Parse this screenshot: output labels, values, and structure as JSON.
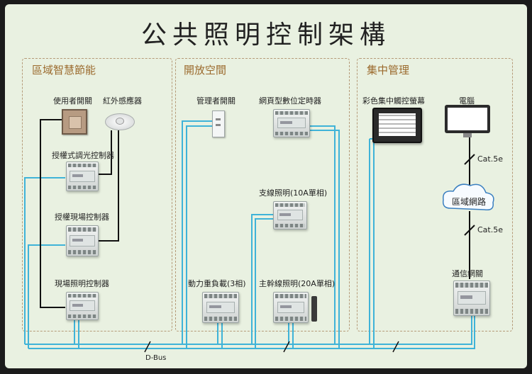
{
  "title": "公共照明控制架構",
  "zones": {
    "smart": "區域智慧節能",
    "open": "開放空間",
    "central": "集中管理"
  },
  "labels": {
    "user_switch": "使用者開關",
    "ir_sensor": "紅外感應器",
    "dimmer_controller": "授權式調光控制器",
    "site_controller": "授權現場控制器",
    "site_lighting_controller": "現場照明控制器",
    "admin_switch": "管理者開關",
    "web_timer": "網頁型數位定時器",
    "branch_lighting": "支線照明(10A單相)",
    "power_load": "動力重負載(3相)",
    "trunk_lighting": "主幹線照明(20A單相)",
    "touch_screen": "彩色集中觸控螢幕",
    "computer": "電腦",
    "cat5e_top": "Cat.5e",
    "lan": "區域網路",
    "cat5e_bottom": "Cat.5e",
    "gateway": "通信網關",
    "dbus": "D-Bus"
  },
  "colors": {
    "dbus_wire": "#3fb3d8",
    "local_wire": "#111111",
    "zone_border": "#b59a78",
    "zone_title": "#9b6a2d"
  },
  "icons": {
    "switch": "wall-switch-icon",
    "sensor": "ir-sensor-icon",
    "controller": "din-rail-controller-icon",
    "touch_screen": "touch-screen-icon",
    "computer": "monitor-icon",
    "cloud": "cloud-icon"
  }
}
